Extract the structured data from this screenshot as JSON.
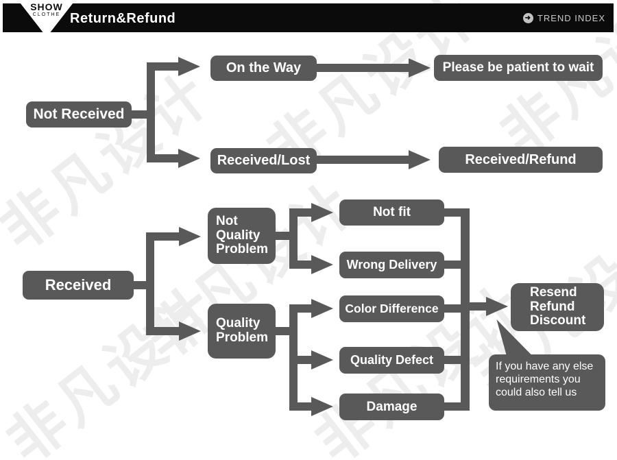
{
  "header": {
    "logo_line1": "SHOW",
    "logo_line2": "CLOTHE",
    "title": "Return&Refund",
    "trend_index": "TREND INDEX",
    "trend_icon": "arrow-right-circle-icon"
  },
  "colors": {
    "node_gray": "#595959",
    "header_black": "#0b0b0b",
    "node_text": "#ffffff",
    "watermark_gray": "#ededed"
  },
  "watermark": {
    "text": "非凡设计"
  },
  "flow_not_received": {
    "root": "Not Received",
    "on_the_way": "On the Way",
    "on_the_way_result": "Please be patient to wait",
    "received_lost": "Received/Lost",
    "received_lost_result": "Received/Refund"
  },
  "flow_received": {
    "root": "Received",
    "not_quality_problem": {
      "lines": [
        "Not",
        "Quality",
        "Problem"
      ]
    },
    "not_fit": "Not fit",
    "wrong_delivery": "Wrong Delivery",
    "quality_problem": {
      "lines": [
        "Quality",
        "Problem"
      ]
    },
    "color_difference": "Color Difference",
    "quality_defect": "Quality Defect",
    "damage": "Damage",
    "result": {
      "lines": [
        "Resend",
        "Refund",
        "Discount"
      ]
    },
    "note": {
      "lines": [
        "If you have any else",
        "requirements you",
        "could also tell us"
      ]
    }
  }
}
